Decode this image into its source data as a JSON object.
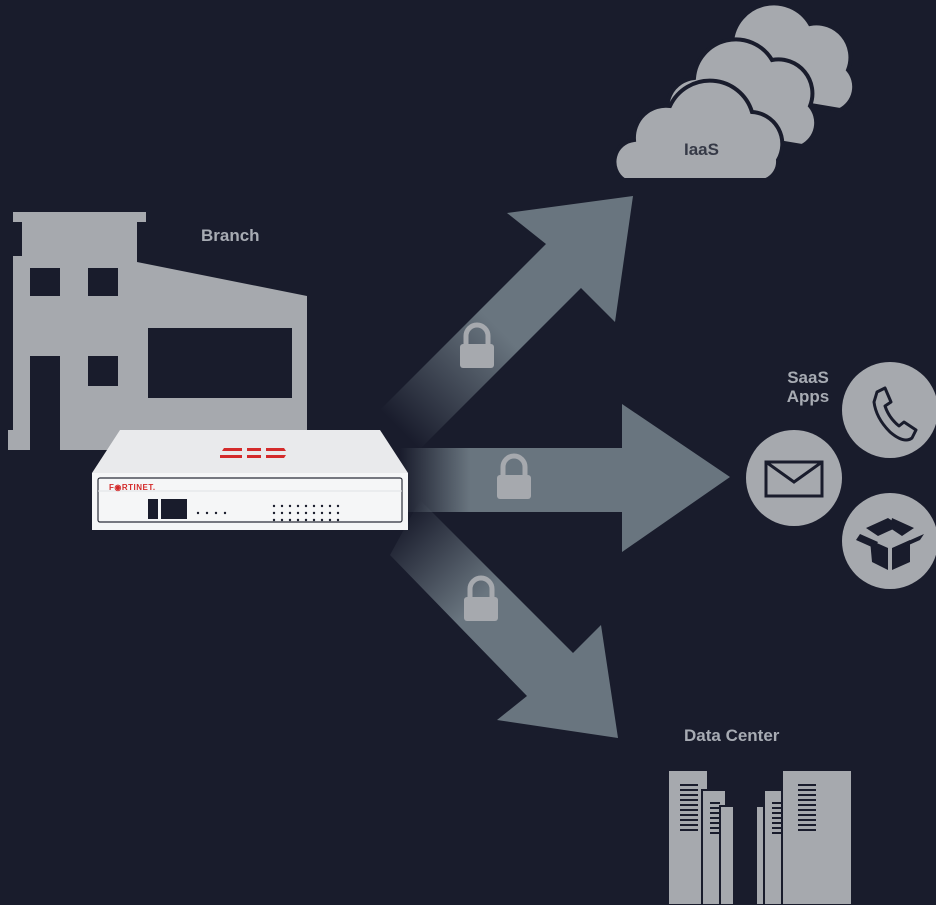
{
  "labels": {
    "branch": "Branch",
    "iaas": "IaaS",
    "saas_line1": "SaaS",
    "saas_line2": "Apps",
    "data_center": "Data Center"
  },
  "device": {
    "brand": "F◉RTINET."
  },
  "colors": {
    "background": "#191c2c",
    "shape_gray": "#a6a9ae",
    "arrow": "#69757f",
    "device_white": "#f5f6f7",
    "brand_red": "#d42b2b"
  },
  "icons": {
    "building": "building-icon",
    "clouds": "cloud-icon",
    "lock": "lock-icon",
    "phone": "phone-icon",
    "mail": "mail-icon",
    "box": "box-icon",
    "server": "server-icon"
  }
}
